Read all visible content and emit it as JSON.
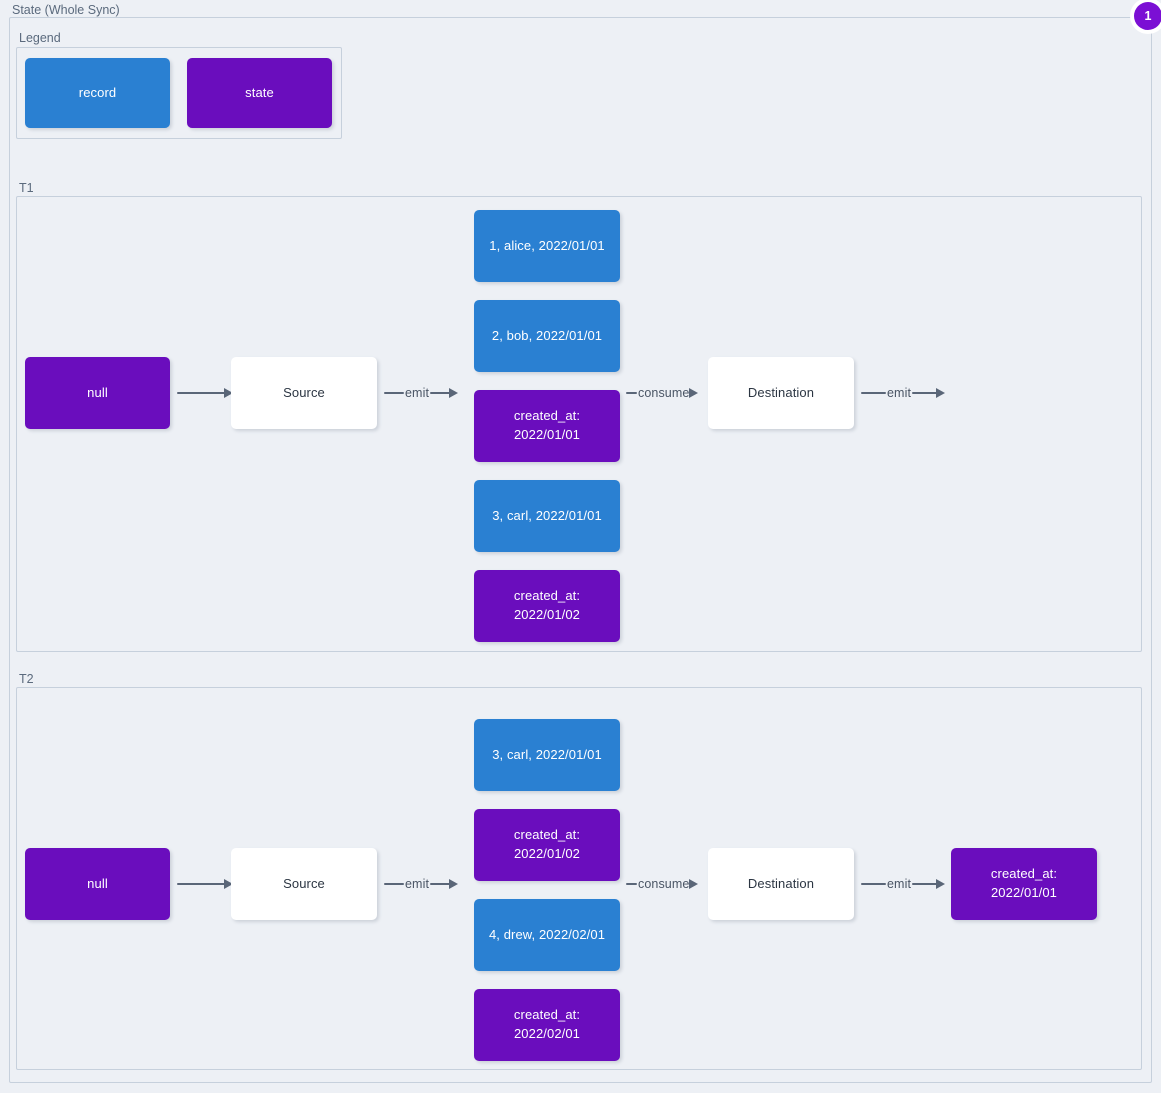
{
  "diagram": {
    "title": "State (Whole Sync)",
    "badge_count": "1",
    "colors": {
      "record": "#2a80d2",
      "state": "#6a0dbd",
      "background": "#edf0f5",
      "frame_border": "#c6d0dc",
      "arrow": "#5a6678",
      "badge": "#7b0fd4"
    }
  },
  "legend": {
    "title": "Legend",
    "items": [
      {
        "label": "record",
        "kind": "record"
      },
      {
        "label": "state",
        "kind": "state"
      }
    ]
  },
  "ticks": [
    {
      "label": "T1",
      "state_in": "null",
      "source": "Source",
      "destination": "Destination",
      "emit_label": "emit",
      "consume_label": "consume",
      "final_emit_label": "emit",
      "state_out": "",
      "messages": [
        {
          "kind": "record",
          "text": "1, alice, 2022/01/01"
        },
        {
          "kind": "record",
          "text": "2, bob, 2022/01/01"
        },
        {
          "kind": "state",
          "text": "created_at:\n2022/01/01"
        },
        {
          "kind": "record",
          "text": "3, carl, 2022/01/01"
        },
        {
          "kind": "state",
          "text": "created_at:\n2022/01/02"
        }
      ]
    },
    {
      "label": "T2",
      "state_in": "null",
      "source": "Source",
      "destination": "Destination",
      "emit_label": "emit",
      "consume_label": "consume",
      "final_emit_label": "emit",
      "state_out": "created_at:\n2022/01/01",
      "messages": [
        {
          "kind": "record",
          "text": "3, carl, 2022/01/01"
        },
        {
          "kind": "state",
          "text": "created_at:\n2022/01/02"
        },
        {
          "kind": "record",
          "text": "4, drew, 2022/02/01"
        },
        {
          "kind": "state",
          "text": "created_at:\n2022/02/01"
        }
      ]
    }
  ]
}
